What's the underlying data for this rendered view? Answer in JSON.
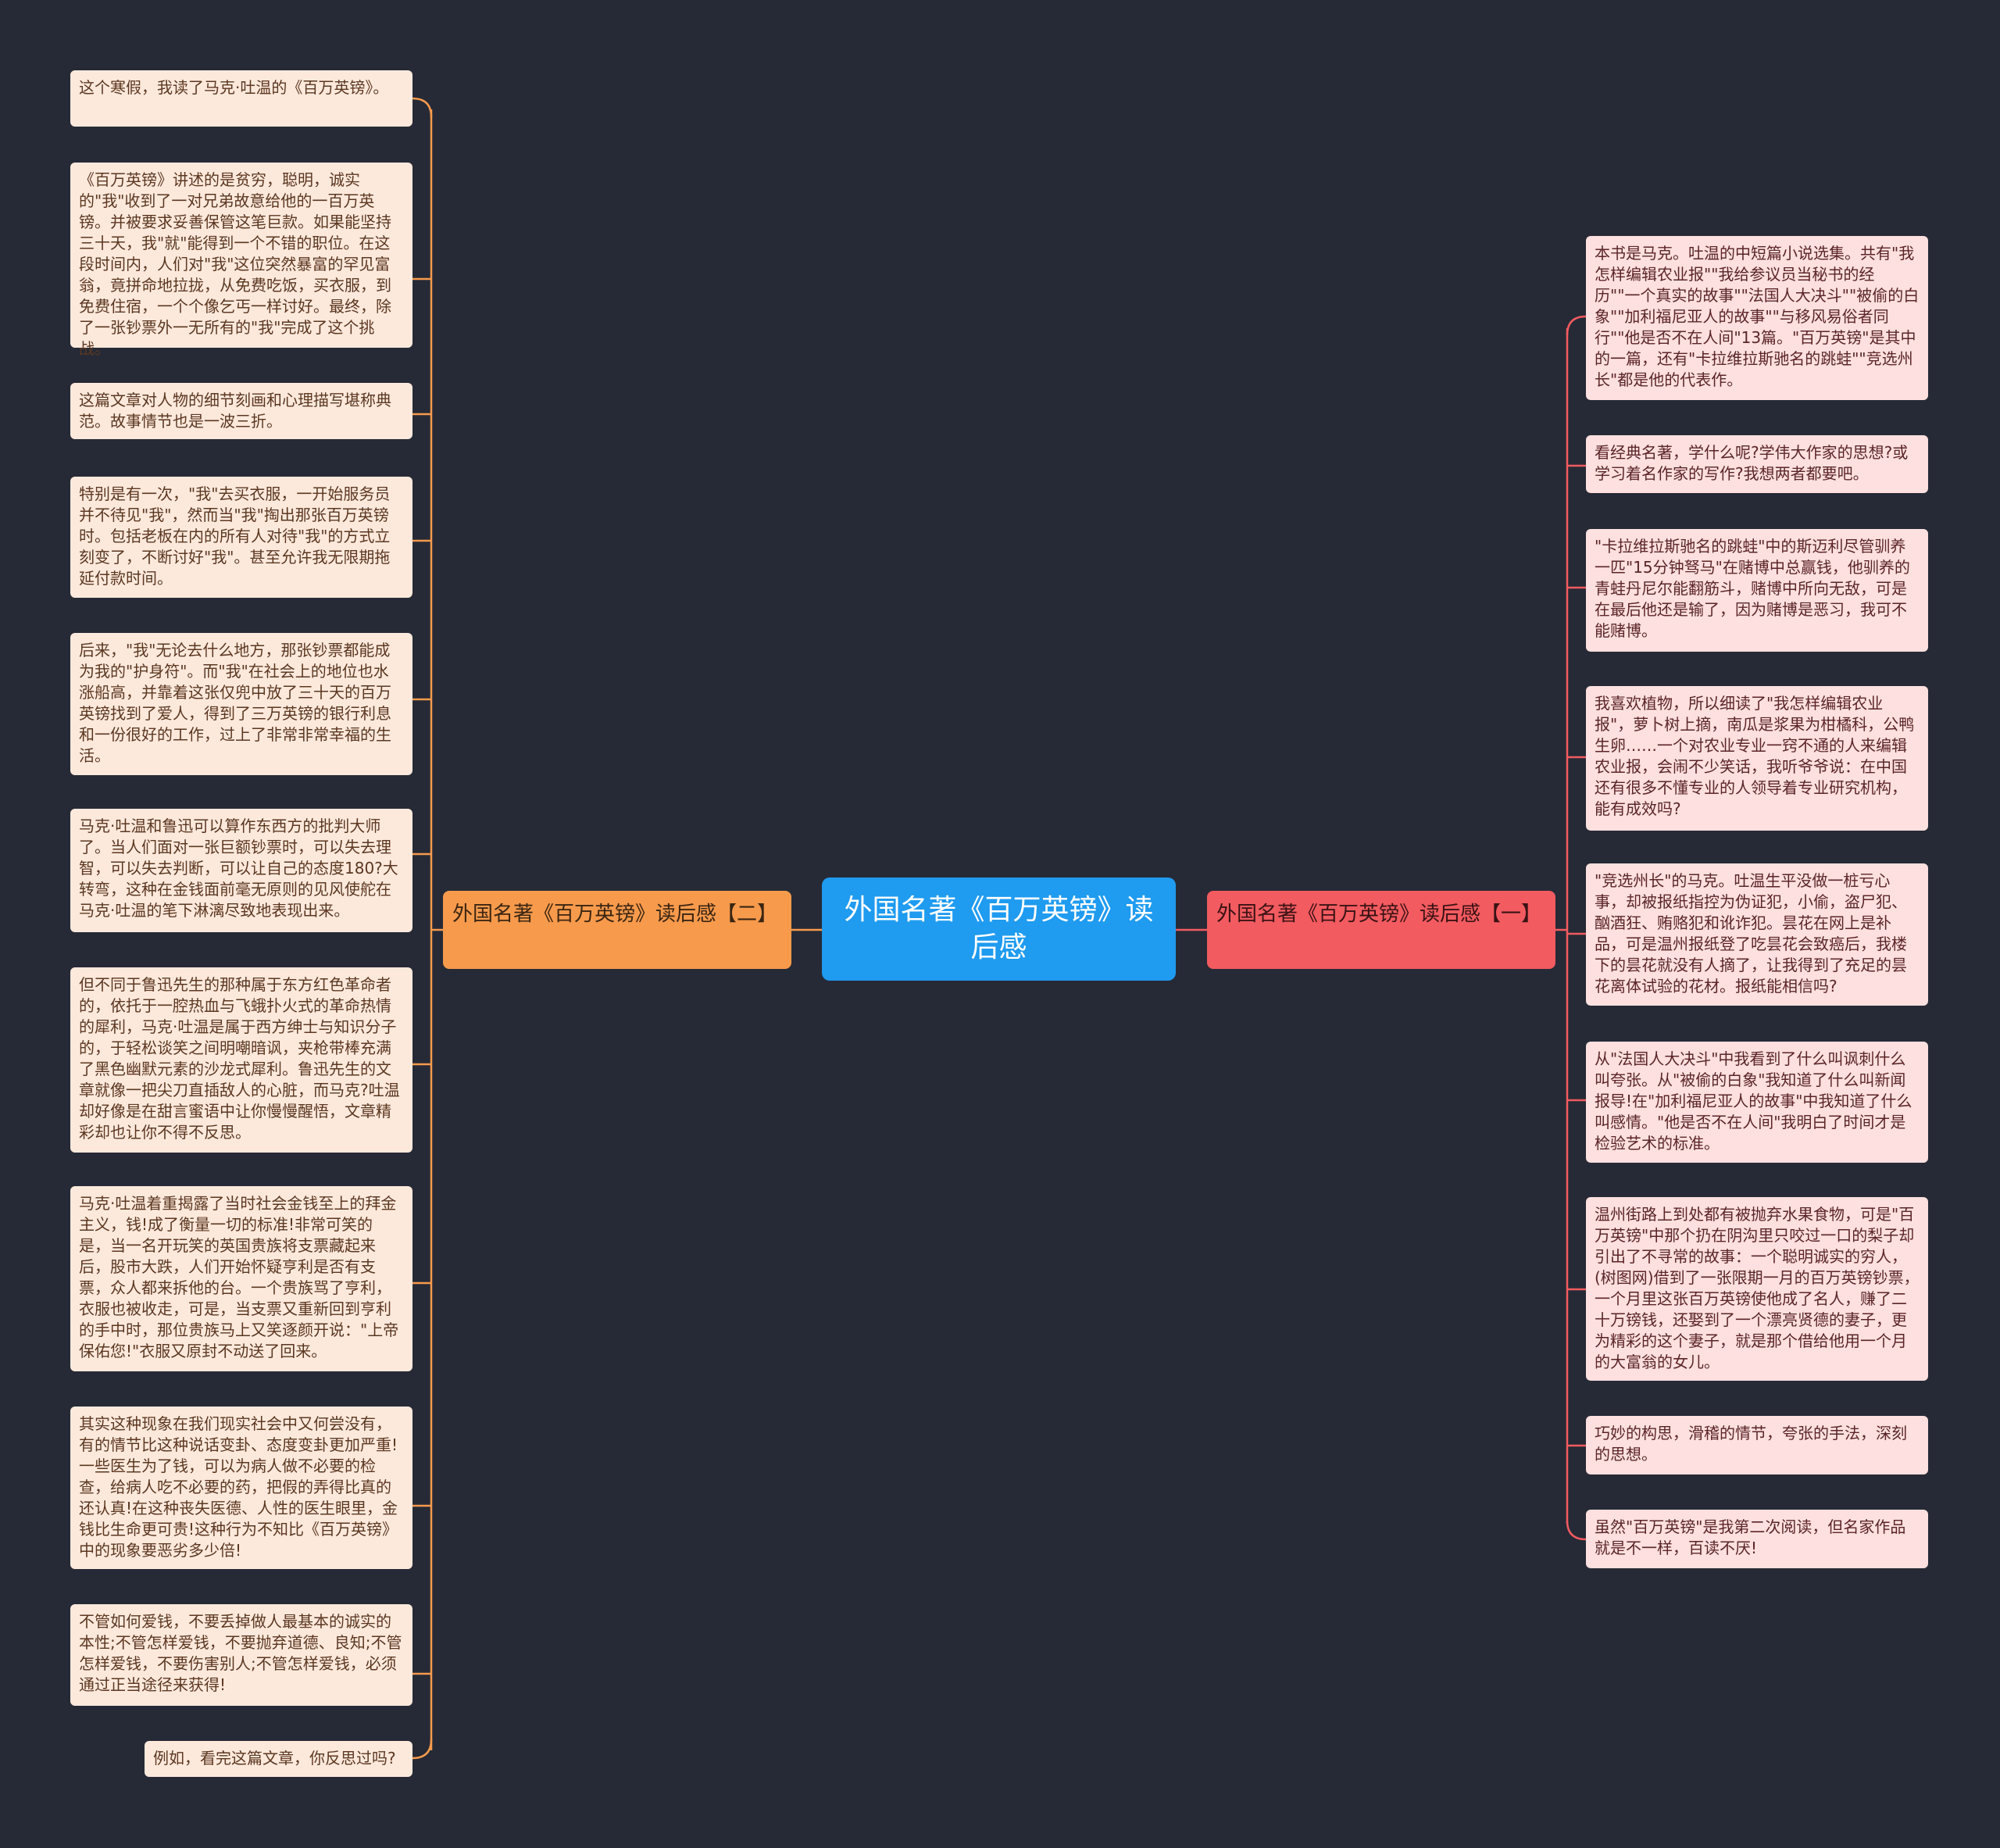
{
  "center": {
    "title": "外国名著《百万英镑》读后感"
  },
  "colors": {
    "background": "#262a36",
    "center": "#1f9bf0",
    "left_branch": "#f79a4c",
    "right_branch": "#f25b60",
    "left_leaf": "#fde9dc",
    "right_leaf": "#fde0df"
  },
  "left_branch": {
    "label": "外国名著《百万英镑》读后感【二】",
    "leaves": [
      "这个寒假，我读了马克·吐温的《百万英镑》。",
      "《百万英镑》讲述的是贫穷，聪明，诚实的\"我\"收到了一对兄弟故意给他的一百万英镑。并被要求妥善保管这笔巨款。如果能坚持三十天，我\"就\"能得到一个不错的职位。在这段时间内，人们对\"我\"这位突然暴富的罕见富翁，竟拼命地拉拢，从免费吃饭，买衣服，到免费住宿，一个个像乞丐一样讨好。最终，除了一张钞票外一无所有的\"我\"完成了这个挑战。",
      "这篇文章对人物的细节刻画和心理描写堪称典范。故事情节也是一波三折。",
      "特别是有一次，\"我\"去买衣服，一开始服务员并不待见\"我\"，然而当\"我\"掏出那张百万英镑时。包括老板在内的所有人对待\"我\"的方式立刻变了，不断讨好\"我\"。甚至允许我无限期拖延付款时间。",
      "后来，\"我\"无论去什么地方，那张钞票都能成为我的\"护身符\"。而\"我\"在社会上的地位也水涨船高，并靠着这张仅兜中放了三十天的百万英镑找到了爱人，得到了三万英镑的银行利息和一份很好的工作，过上了非常非常幸福的生活。",
      "马克·吐温和鲁迅可以算作东西方的批判大师了。当人们面对一张巨额钞票时，可以失去理智，可以失去判断，可以让自己的态度180?大转弯，这种在金钱面前毫无原则的见风使舵在马克·吐温的笔下淋漓尽致地表现出来。",
      "但不同于鲁迅先生的那种属于东方红色革命者的，依托于一腔热血与飞蛾扑火式的革命热情的犀利，马克·吐温是属于西方绅士与知识分子的，于轻松谈笑之间明嘲暗讽，夹枪带棒充满了黑色幽默元素的沙龙式犀利。鲁迅先生的文章就像一把尖刀直插敌人的心脏，而马克?吐温却好像是在甜言蜜语中让你慢慢醒悟，文章精彩却也让你不得不反思。",
      "马克·吐温着重揭露了当时社会金钱至上的拜金主义，钱!成了衡量一切的标准!非常可笑的是，当一名开玩笑的英国贵族将支票藏起来后，股市大跌，人们开始怀疑亨利是否有支票，众人都来拆他的台。一个贵族骂了亨利，衣服也被收走，可是，当支票又重新回到亨利的手中时，那位贵族马上又笑逐颜开说：\"上帝保佑您!\"衣服又原封不动送了回来。",
      "其实这种现象在我们现实社会中又何尝没有，有的情节比这种说话变卦、态度变卦更加严重!一些医生为了钱，可以为病人做不必要的检查，给病人吃不必要的药，把假的弄得比真的还认真!在这种丧失医德、人性的医生眼里，金钱比生命更可贵!这种行为不知比《百万英镑》中的现象要恶劣多少倍!",
      "不管如何爱钱，不要丢掉做人最基本的诚实的本性;不管怎样爱钱，不要抛弃道德、良知;不管怎样爱钱，不要伤害别人;不管怎样爱钱，必须通过正当途径来获得!",
      "例如，看完这篇文章，你反思过吗?"
    ]
  },
  "right_branch": {
    "label": "外国名著《百万英镑》读后感【一】",
    "leaves": [
      "本书是马克。吐温的中短篇小说选集。共有\"我怎样编辑农业报\"\"我给参议员当秘书的经历\"\"一个真实的故事\"\"法国人大决斗\"\"被偷的白象\"\"加利福尼亚人的故事\"\"与移风易俗者同行\"\"他是否不在人间\"13篇。\"百万英镑\"是其中的一篇，还有\"卡拉维拉斯驰名的跳蛙\"\"竞选州长\"都是他的代表作。",
      "看经典名著，学什么呢?学伟大作家的思想?或学习着名作家的写作?我想两者都要吧。",
      "\"卡拉维拉斯驰名的跳蛙\"中的斯迈利尽管驯养一匹\"15分钟驽马\"在赌博中总赢钱，他驯养的青蛙丹尼尔能翻筋斗，赌博中所向无敌，可是在最后他还是输了，因为赌博是恶习，我可不能赌博。",
      "我喜欢植物，所以细读了\"我怎样编辑农业报\"，萝卜树上摘，南瓜是浆果为柑橘科，公鸭生卵……一个对农业专业一窍不通的人来编辑农业报，会闹不少笑话，我听爷爷说：在中国还有很多不懂专业的人领导着专业研究机构，能有成效吗?",
      "\"竞选州长\"的马克。吐温生平没做一桩亏心事，却被报纸指控为伪证犯，小偷，盗尸犯、酗酒狂、贿赂犯和讹诈犯。昙花在网上是补品，可是温州报纸登了吃昙花会致癌后，我楼下的昙花就没有人摘了，让我得到了充足的昙花离体试验的花材。报纸能相信吗?",
      "从\"法国人大决斗\"中我看到了什么叫讽刺什么叫夸张。从\"被偷的白象\"我知道了什么叫新闻报导!在\"加利福尼亚人的故事\"中我知道了什么叫感情。\"他是否不在人间\"我明白了时间才是检验艺术的标准。",
      "温州街路上到处都有被抛弃水果食物，可是\"百万英镑\"中那个扔在阴沟里只咬过一口的梨子却引出了不寻常的故事：一个聪明诚实的穷人，(树图网)借到了一张限期一月的百万英镑钞票，一个月里这张百万英镑使他成了名人，赚了二十万镑钱，还娶到了一个漂亮贤德的妻子，更为精彩的这个妻子，就是那个借给他用一个月的大富翁的女儿。",
      "巧妙的构思，滑稽的情节，夸张的手法，深刻的思想。",
      "虽然\"百万英镑\"是我第二次阅读，但名家作品就是不一样，百读不厌!"
    ]
  }
}
